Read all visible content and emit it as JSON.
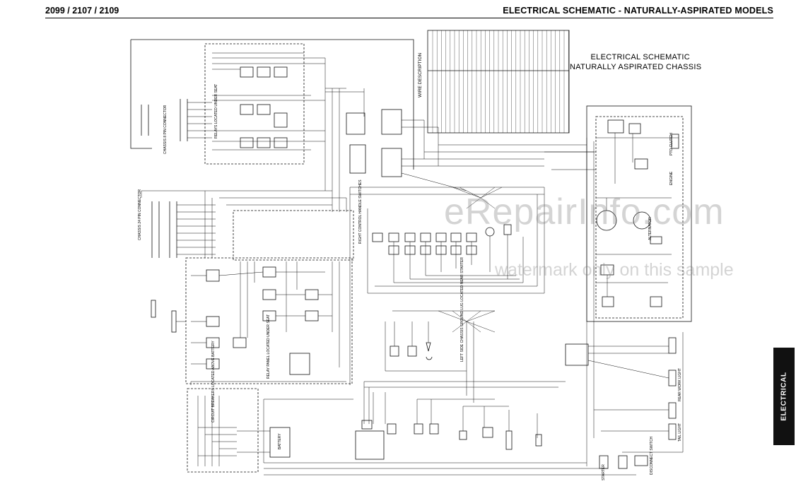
{
  "header": {
    "models": "2099 / 2107 / 2109",
    "section_title": "ELECTRICAL SCHEMATIC - NATURALLY-ASPIRATED MODELS"
  },
  "diagram_title": {
    "line1": "ELECTRICAL SCHEMATIC",
    "line2": "NATURALLY ASPIRATED CHASSIS"
  },
  "side_tab": "ELECTRICAL",
  "watermark": {
    "main": "eRepairInfo.com",
    "sub": "watermark only on this sample"
  },
  "labels": {
    "wire_description": "WIRE DESCRIPTION",
    "chassis_8pin": "CHASSIS 8 PIN CONNECTOR",
    "chassis_24pin": "CHASSIS 24 PIN CONNECTOR",
    "relays_located": "RELAYS LOCATED UNDER SEAT",
    "relay_panel": "RELAY PANEL LOCATED UNDER SEAT",
    "circuit_breakers": "CIRCUIT BREAKERS LOCATED ABOVE BATTERY",
    "battery": "BATTERY",
    "handle_switches": "RIGHT CONTROL HANDLE SWITCHES",
    "ground_lug": "LEFT SIDE CHASSIS GROUND LUG LOCATED NEAR STARTER",
    "engine": "ENGINE",
    "pto_clutch": "PTO CLUTCH",
    "rear_work_light": "REAR WORK LIGHT",
    "tail_light": "TAIL LIGHT",
    "disconnect_switch": "DISCONNECT SWITCH",
    "alternator": "ALTERNATOR",
    "starter": "STARTER"
  }
}
